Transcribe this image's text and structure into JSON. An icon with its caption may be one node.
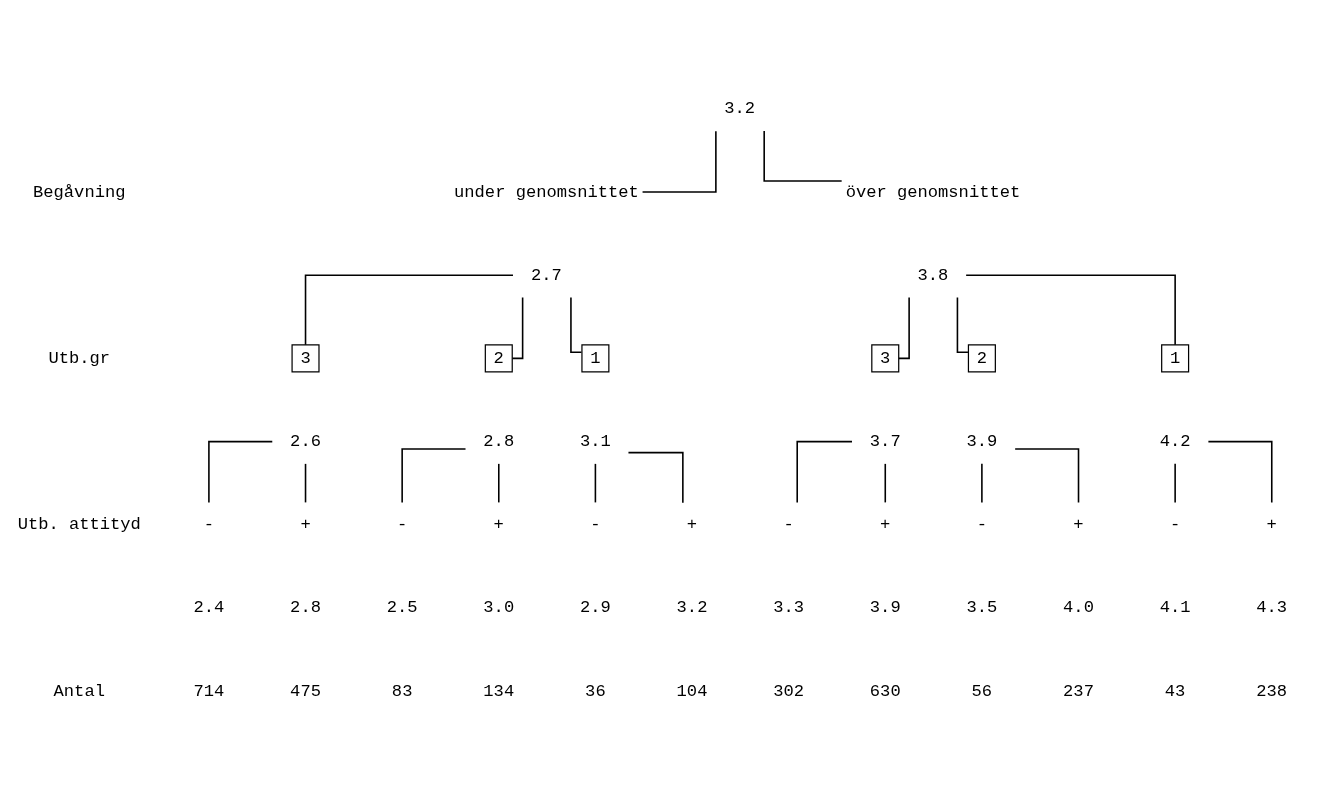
{
  "diagram": {
    "nodes": [
      {
        "text": [
          "3.2"
        ]
      },
      {
        "text": [
          "under genomsnittet"
        ]
      },
      {
        "text": [
          "över genomsnittet"
        ]
      },
      {
        "text": [
          "2.7"
        ]
      },
      {
        "text": [
          "3.8"
        ]
      },
      {
        "text": [
          "3"
        ]
      },
      {
        "text": [
          "2"
        ]
      },
      {
        "text": [
          "1"
        ]
      },
      {
        "text": [
          "3"
        ]
      },
      {
        "text": [
          "2"
        ]
      },
      {
        "text": [
          "1"
        ]
      },
      {
        "text": [
          "2.6"
        ]
      },
      {
        "text": [
          "2.8"
        ]
      },
      {
        "text": [
          "3.1"
        ]
      },
      {
        "text": [
          "3.7"
        ]
      },
      {
        "text": [
          "3.9"
        ]
      },
      {
        "text": [
          "4.2"
        ]
      },
      {
        "text": [
          "-"
        ]
      },
      {
        "text": [
          "+"
        ]
      },
      {
        "text": [
          "-"
        ]
      },
      {
        "text": [
          "+"
        ]
      },
      {
        "text": [
          "-"
        ]
      },
      {
        "text": [
          "+"
        ]
      },
      {
        "text": [
          "-"
        ]
      },
      {
        "text": [
          "+"
        ]
      },
      {
        "text": [
          "-"
        ]
      },
      {
        "text": [
          "+"
        ]
      },
      {
        "text": [
          "-"
        ]
      },
      {
        "text": [
          "+"
        ]
      }
    ],
    "edges": [
      {
        "from": 0,
        "to": 1,
        "arrow": "none"
      },
      {
        "from": 0,
        "to": 2,
        "arrow": "none"
      },
      {
        "from": 3,
        "to": 5,
        "arrow": "none"
      },
      {
        "from": 3,
        "to": 6,
        "arrow": "none"
      },
      {
        "from": 3,
        "to": 7,
        "arrow": "none"
      },
      {
        "from": 4,
        "to": 8,
        "arrow": "none"
      },
      {
        "from": 4,
        "to": 9,
        "arrow": "none"
      },
      {
        "from": 4,
        "to": 10,
        "arrow": "none"
      },
      {
        "from": 11,
        "to": 17,
        "arrow": "none"
      },
      {
        "from": 11,
        "to": 18,
        "arrow": "none"
      },
      {
        "from": 12,
        "to": 19,
        "arrow": "none"
      },
      {
        "from": 12,
        "to": 20,
        "arrow": "none"
      },
      {
        "from": 13,
        "to": 21,
        "arrow": "none"
      },
      {
        "from": 13,
        "to": 22,
        "arrow": "none"
      },
      {
        "from": 14,
        "to": 23,
        "arrow": "none"
      },
      {
        "from": 14,
        "to": 24,
        "arrow": "none"
      },
      {
        "from": 15,
        "to": 25,
        "arrow": "none"
      },
      {
        "from": 15,
        "to": 26,
        "arrow": "none"
      },
      {
        "from": 16,
        "to": 27,
        "arrow": "none"
      },
      {
        "from": 16,
        "to": 28,
        "arrow": "none"
      }
    ],
    "labels": [
      "Begåvning",
      "Utb.gr",
      "Utb. attityd",
      "2.4",
      "2.8",
      "2.5",
      "3.0",
      "2.9",
      "3.2",
      "3.3",
      "3.9",
      "3.5",
      "4.0",
      "4.1",
      "4.3",
      "Antal",
      "714",
      "475",
      "83",
      "134",
      "36",
      "104",
      "302",
      "630",
      "56",
      "237",
      "43",
      "238"
    ]
  }
}
